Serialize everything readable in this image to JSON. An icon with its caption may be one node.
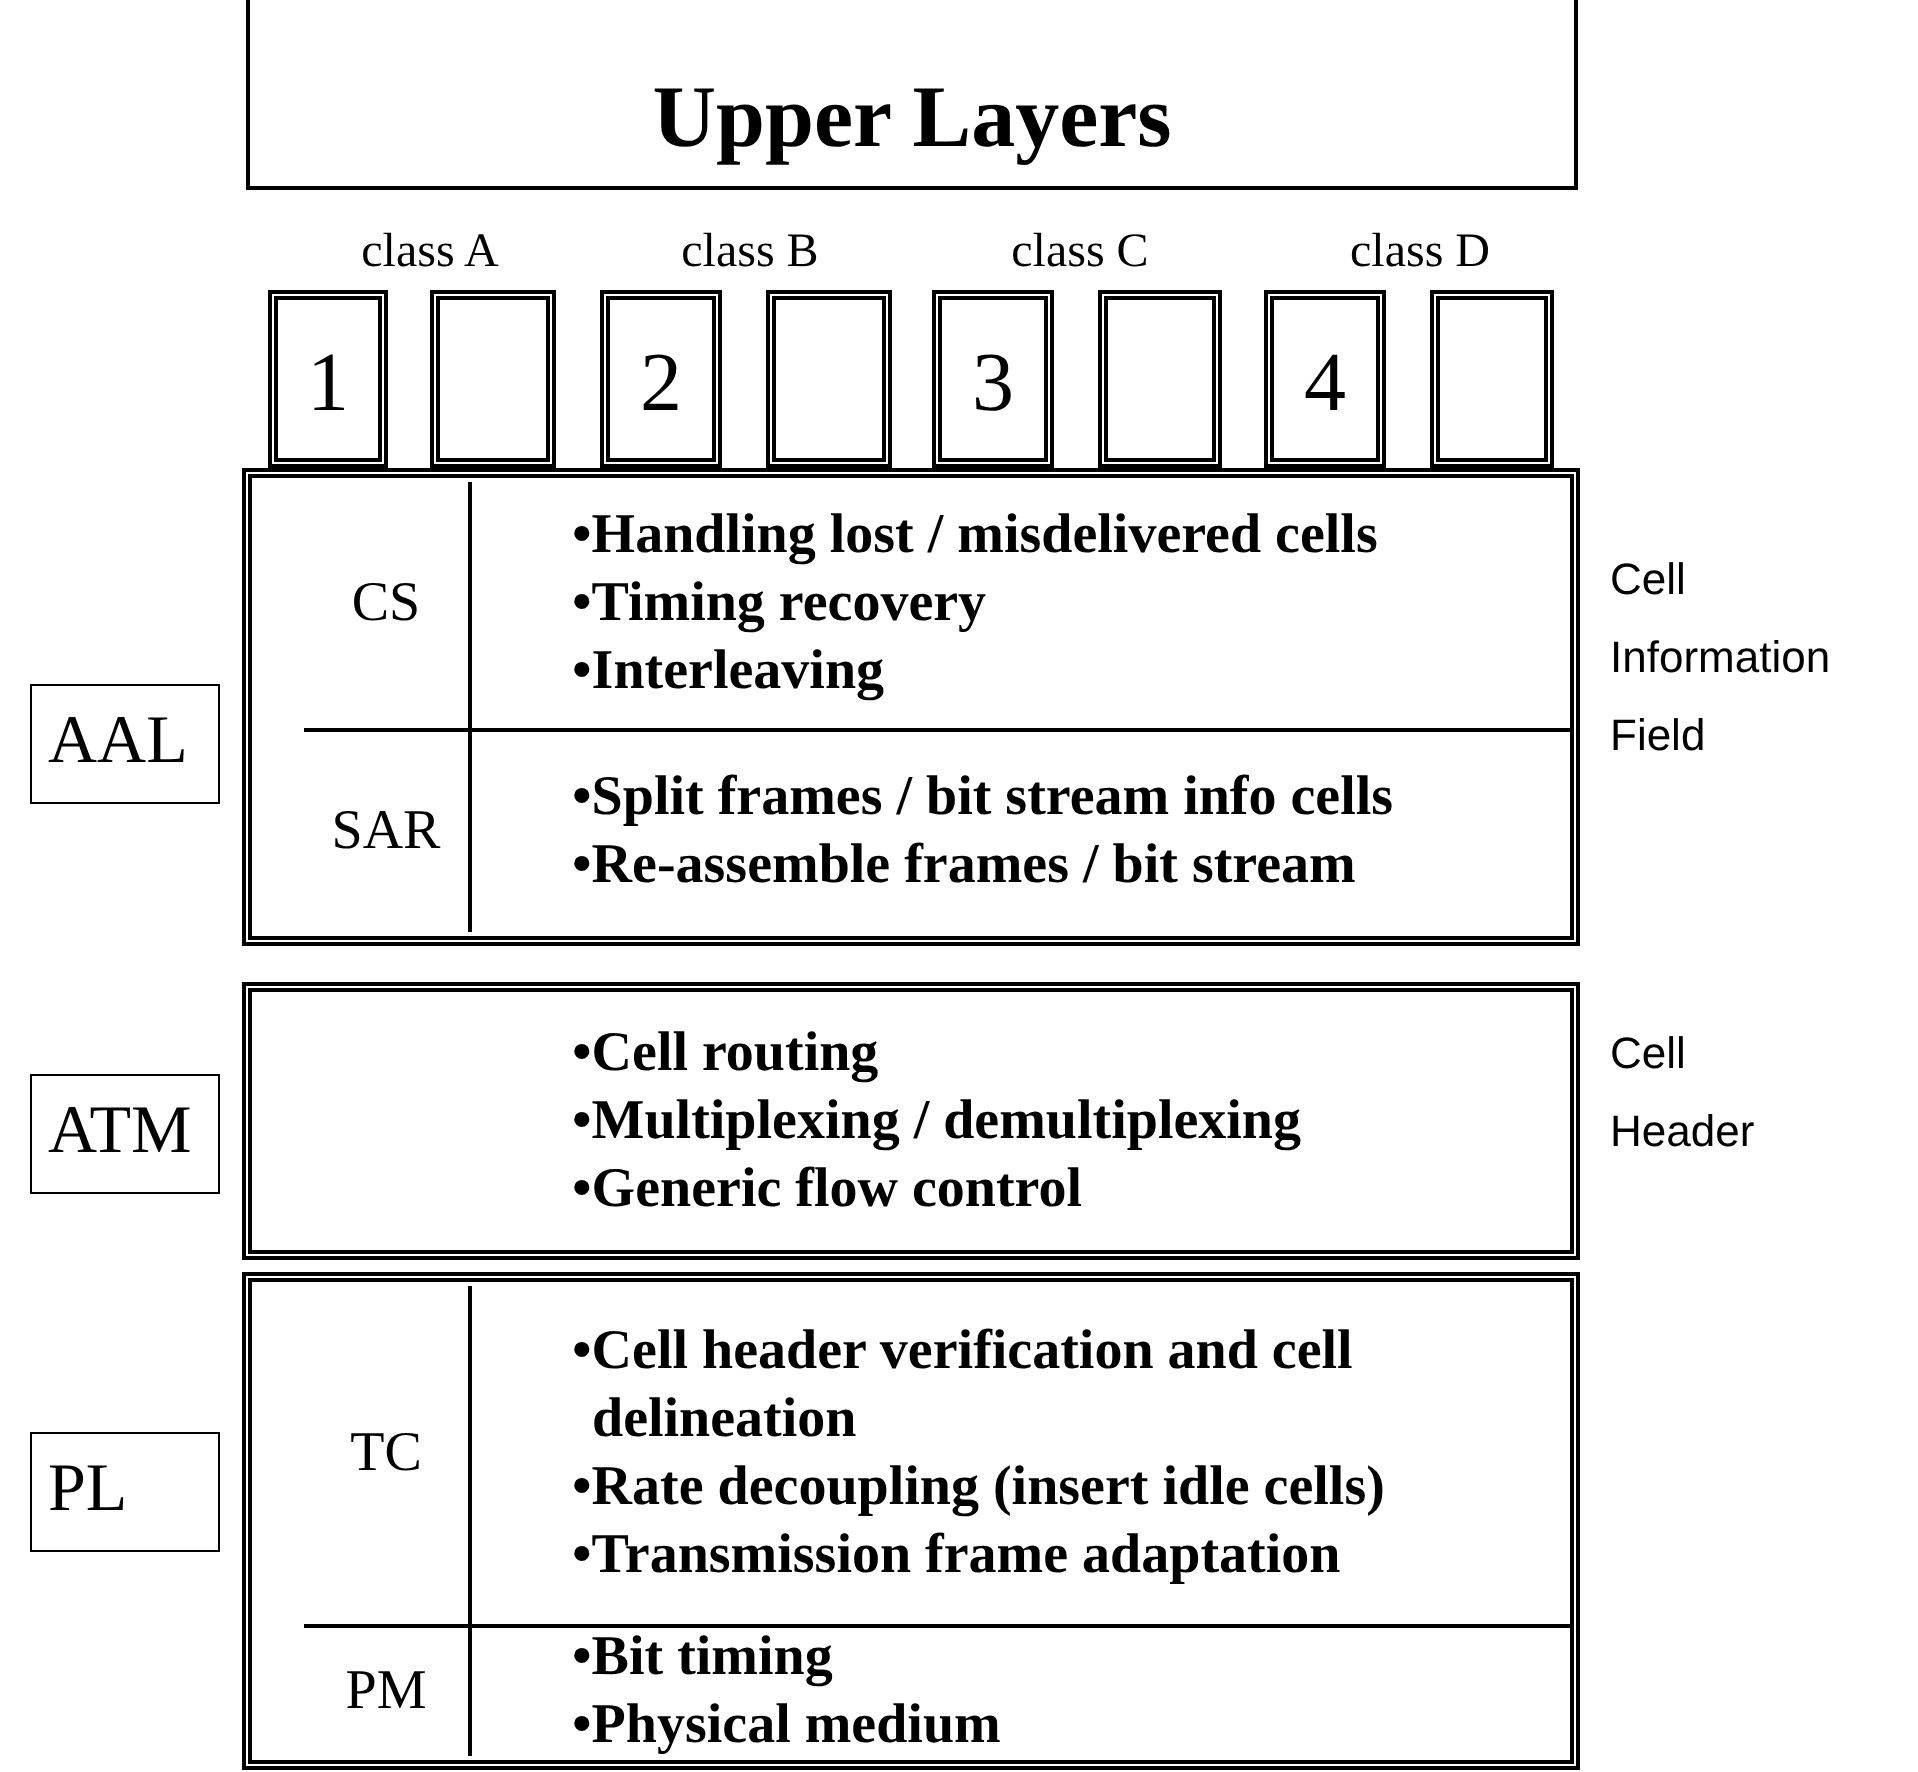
{
  "diagram": {
    "nodes": [
      {
        "text": [
          "Upper Layers"
        ]
      },
      {
        "text": [
          "1"
        ]
      },
      {
        "text": [],
        "shape": "box"
      },
      {
        "text": [
          "2"
        ]
      },
      {
        "text": [],
        "shape": "box"
      },
      {
        "text": [
          "3"
        ]
      },
      {
        "text": [],
        "shape": "box"
      },
      {
        "text": [
          "4"
        ]
      },
      {
        "text": [],
        "shape": "box"
      },
      {
        "text": [
          "AAL"
        ]
      },
      {
        "text": [],
        "shape": "box"
      },
      {
        "text": [
          "CS",
          "•Handling lost / misdelivered cells",
          "•Timing recovery",
          "•Interleaving"
        ],
        "in": 10
      },
      {
        "text": [
          "SAR",
          "•Split frames / bit stream info cells",
          "•Re-assemble frames / bit stream"
        ],
        "in": 10
      },
      {
        "text": [
          "ATM"
        ]
      },
      {
        "text": [
          "•Cell routing",
          "•Multiplexing / demultiplexing",
          "•Generic flow control"
        ]
      },
      {
        "text": [
          "PL"
        ]
      },
      {
        "text": [],
        "shape": "box"
      },
      {
        "text": [
          "TC",
          "•Cell header verification and cell delineation",
          "•Rate decoupling (insert idle cells)",
          "•Transmission frame adaptation"
        ],
        "in": 16
      },
      {
        "text": [
          "PM",
          "•Bit timing",
          "•Physical medium"
        ],
        "in": 16
      }
    ],
    "edges": [],
    "labels": [
      "class A",
      "class B",
      "class C",
      "class D",
      "Cell Information Field",
      "Cell Header"
    ]
  }
}
